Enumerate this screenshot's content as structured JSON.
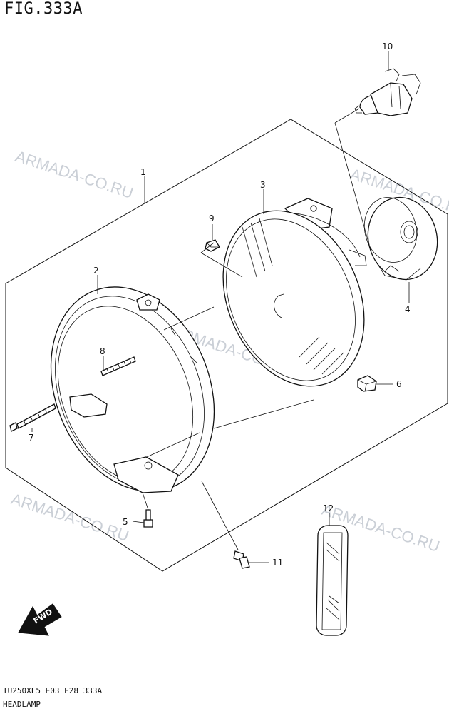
{
  "figure": {
    "title": "FIG.333A",
    "code": "TU250XL5_E03_E28_333A",
    "name": "HEADLAMP"
  },
  "watermark": "ARMADA-CO.RU",
  "fwd_label": "FWD",
  "callouts": [
    {
      "id": "c1",
      "number": "1"
    },
    {
      "id": "c2",
      "number": "2"
    },
    {
      "id": "c3",
      "number": "3"
    },
    {
      "id": "c4",
      "number": "4"
    },
    {
      "id": "c5",
      "number": "5"
    },
    {
      "id": "c6",
      "number": "6"
    },
    {
      "id": "c7",
      "number": "7"
    },
    {
      "id": "c8",
      "number": "8"
    },
    {
      "id": "c9",
      "number": "9"
    },
    {
      "id": "c10",
      "number": "10"
    },
    {
      "id": "c11",
      "number": "11"
    },
    {
      "id": "c12",
      "number": "12"
    }
  ],
  "colors": {
    "line": "#111111",
    "watermark": "#b9bfc9",
    "background": "#ffffff"
  }
}
